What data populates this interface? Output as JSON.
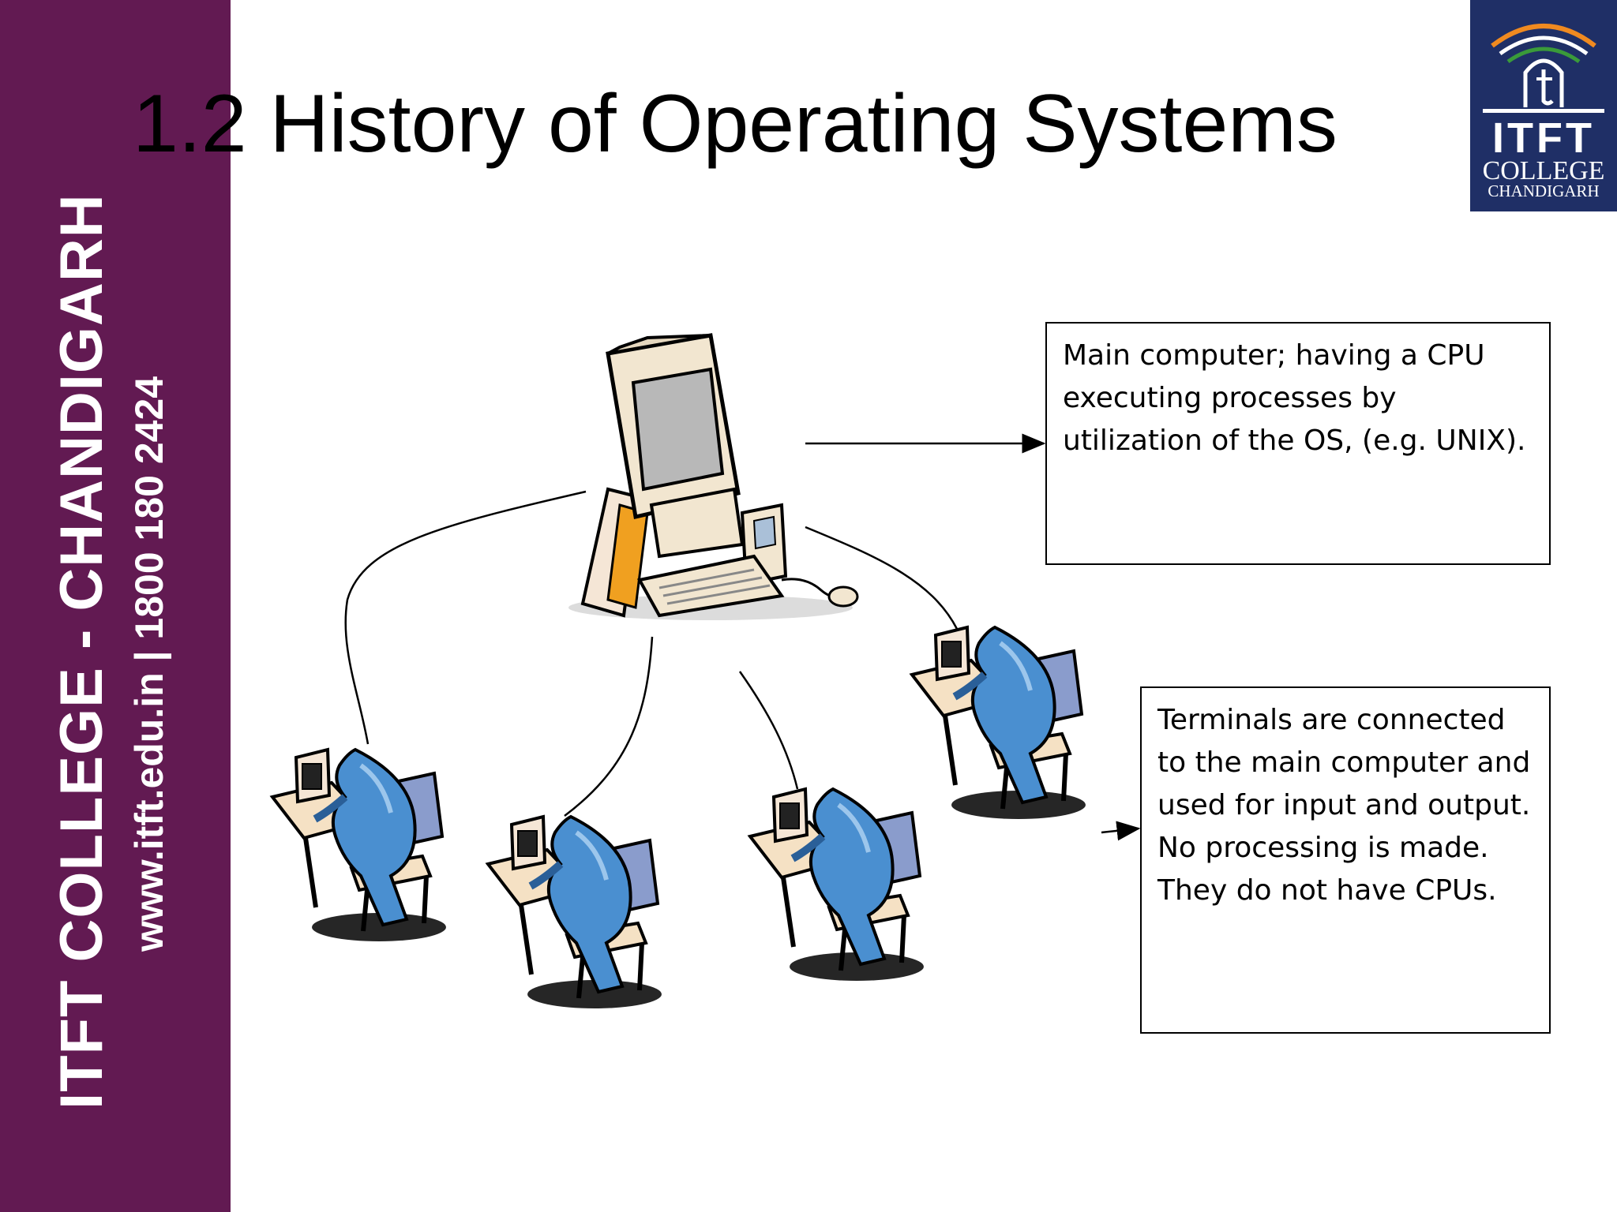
{
  "slide": {
    "title": "1.2 History of Operating Systems"
  },
  "sidebar": {
    "line1": "ITFT COLLEGE - CHANDIGARH",
    "line2": "www.itft.edu.in  | 1800 180 2424"
  },
  "logo": {
    "name": "ITFT",
    "college": "COLLEGE",
    "city": "CHANDIGARH"
  },
  "diagram": {
    "main_computer_label": "Main computer; having a CPU executing processes by utilization of the OS, (e.g. UNIX).",
    "terminals_label": "Terminals are connected to the main computer and used for input and output. No processing is made. They do not have CPUs."
  },
  "colors": {
    "sidebar": "#621a52",
    "logo_background": "#1f2f66",
    "monitor_body": "#f2e6d0",
    "accent_orange": "#f0a020",
    "person_blue": "#4a8fd0",
    "chair": "#8a9ccc"
  }
}
